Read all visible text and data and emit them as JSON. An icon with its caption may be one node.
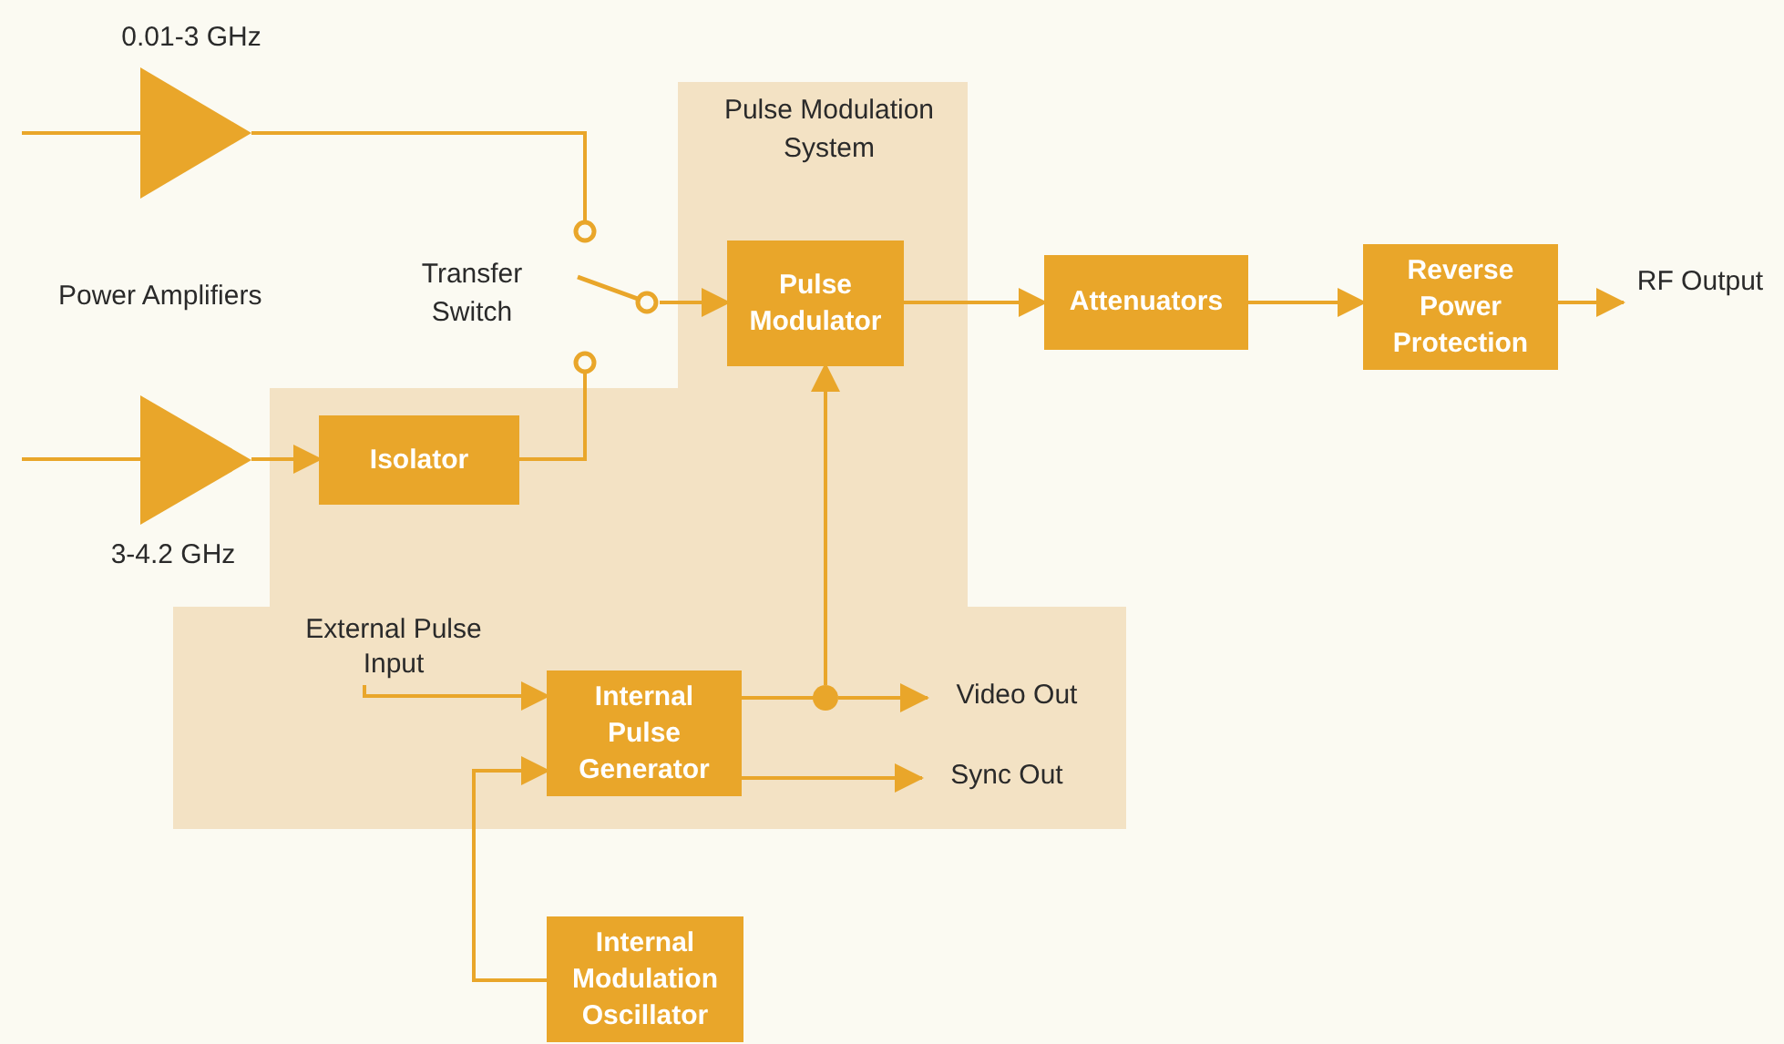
{
  "diagram": {
    "nodes": [
      {
        "text": [
          "Pulse Modulation System"
        ]
      },
      {
        "text": [],
        "shape": "triangle",
        "beside": [
          "0.01-3 GHz"
        ]
      },
      {
        "text": [],
        "shape": "triangle",
        "beside": [
          "3-4.2 GHz"
        ]
      },
      {
        "text": [],
        "shape": "switch",
        "beside": [
          "Transfer Switch"
        ]
      },
      {
        "text": [
          "Isolator"
        ],
        "in": 0
      },
      {
        "text": [
          "Pulse Modulator"
        ],
        "in": 0
      },
      {
        "text": [
          "Attenuators"
        ]
      },
      {
        "text": [
          "Reverse Power Protection"
        ]
      },
      {
        "text": [
          "Internal Pulse Generator"
        ],
        "in": 0
      },
      {
        "text": [
          "Internal Modulation Oscillator"
        ]
      },
      {
        "text": [],
        "shape": "circle",
        "in": 0
      },
      {
        "text": [
          "RF Output"
        ]
      },
      {
        "text": [
          "External Pulse Input"
        ],
        "in": 0
      },
      {
        "text": [
          "Video Out"
        ],
        "in": 0
      },
      {
        "text": [
          "Sync Out"
        ],
        "in": 0
      }
    ],
    "edges": [
      {
        "from": null,
        "to": 1,
        "arrow": "none"
      },
      {
        "from": null,
        "to": 2,
        "arrow": "none"
      },
      {
        "from": 1,
        "to": 3,
        "arrow": "none"
      },
      {
        "from": 2,
        "to": 4,
        "arrow": "to"
      },
      {
        "from": 4,
        "to": 3,
        "arrow": "none"
      },
      {
        "from": 3,
        "to": 5,
        "arrow": "to"
      },
      {
        "from": 5,
        "to": 6,
        "arrow": "to"
      },
      {
        "from": 6,
        "to": 7,
        "arrow": "to"
      },
      {
        "from": 7,
        "to": 11,
        "arrow": "to"
      },
      {
        "from": 12,
        "to": 8,
        "arrow": "to"
      },
      {
        "from": 8,
        "to": 10,
        "arrow": "none"
      },
      {
        "from": 10,
        "to": 5,
        "arrow": "to"
      },
      {
        "from": 10,
        "to": 13,
        "arrow": "to"
      },
      {
        "from": 8,
        "to": 14,
        "arrow": "to"
      },
      {
        "from": 9,
        "to": 8,
        "arrow": "to"
      }
    ],
    "labels": [
      "Power Amplifiers"
    ]
  }
}
